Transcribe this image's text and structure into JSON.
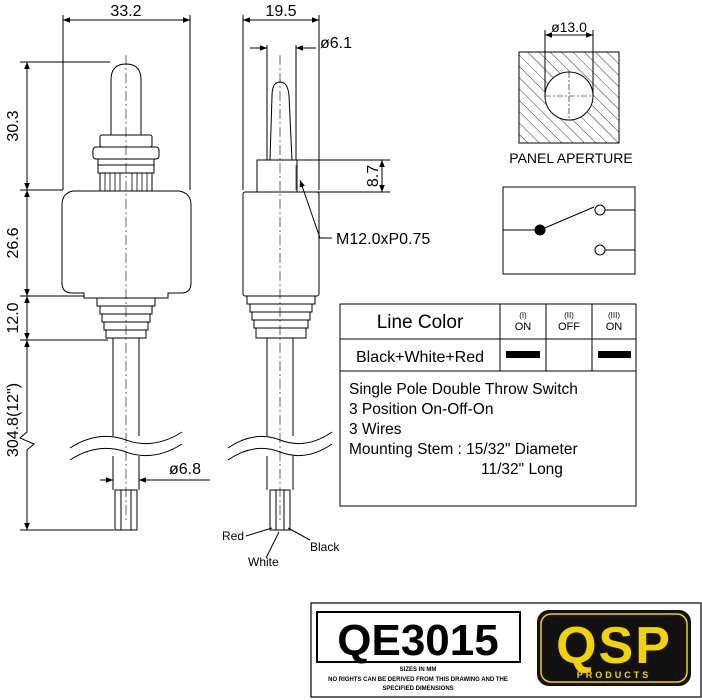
{
  "dimensions": {
    "width_top": "33.2",
    "width_side": "19.5",
    "stem_dia": "ø6.1",
    "lever_height": "30.3",
    "body_height": "26.6",
    "boot_height": "12.0",
    "wire_length": "304.8(12\")",
    "bushing_height": "8.7",
    "thread": "M12.0xP0.75",
    "wire_dia": "ø6.8",
    "aperture_dia": "ø13.0"
  },
  "panel_aperture_label": "PANEL APERTURE",
  "wires": {
    "red": "Red",
    "white": "White",
    "black": "Black"
  },
  "table": {
    "header": "Line Color",
    "positions": [
      {
        "num": "(I)",
        "label": "ON"
      },
      {
        "num": "(II)",
        "label": "OFF"
      },
      {
        "num": "(III)",
        "label": "ON"
      }
    ],
    "row_label": "Black+White+Red",
    "row_marks": [
      true,
      false,
      true
    ]
  },
  "specs": [
    "Single Pole Double Throw Switch",
    "3 Position On-Off-On",
    "3 Wires",
    "Mounting Stem : 15/32\" Diameter",
    "11/32\" Long"
  ],
  "part_number": "QE3015",
  "footer": {
    "sizes": "SIZES IN MM",
    "rights_1": "NO RIGHTS CAN BE DERIVED FROM THIS DRAWING AND THE",
    "rights_2": "SPECIFIED DIMENSIONS"
  },
  "logo": {
    "text": "QSP",
    "sub": "PRODUCTS"
  },
  "colors": {
    "logo_yellow": "#f2d300",
    "logo_black": "#111111"
  }
}
